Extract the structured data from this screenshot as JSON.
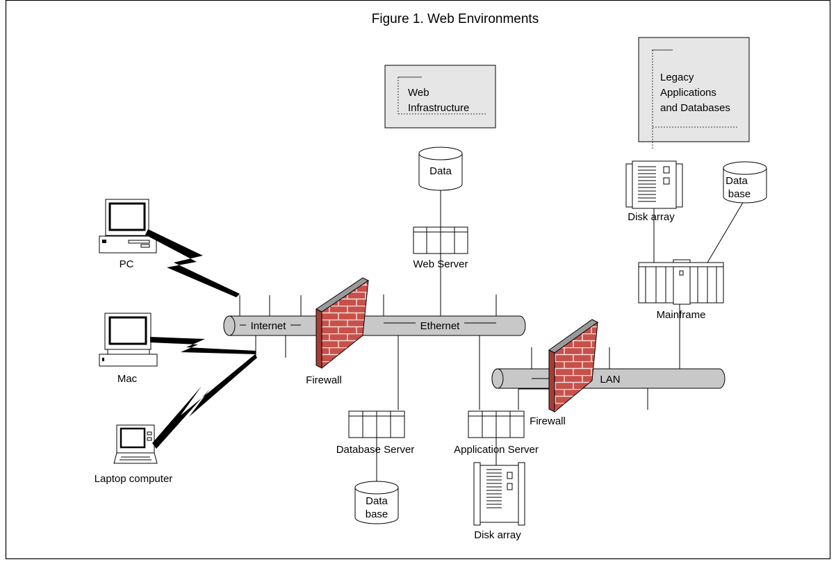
{
  "figure": {
    "title": "Figure 1. Web Environments"
  },
  "boxes": {
    "web_infrastructure": [
      "Web",
      "Infrastructure"
    ],
    "legacy": [
      "Legacy",
      "Applications",
      "and Databases"
    ]
  },
  "networks": {
    "internet": "Internet",
    "ethernet": "Ethernet",
    "lan": "LAN"
  },
  "clients": {
    "pc": "PC",
    "mac": "Mac",
    "laptop": "Laptop computer"
  },
  "servers": {
    "web": "Web Server",
    "database": "Database Server",
    "application": "Application Server",
    "mainframe": "Mainframe"
  },
  "storage": {
    "web_data": "Data",
    "mainframe_db": [
      "Data",
      "base"
    ],
    "dbserver_db": [
      "Data",
      "base"
    ],
    "disk_array_top": "Disk array",
    "disk_array_bottom": "Disk array"
  },
  "firewalls": {
    "left": "Firewall",
    "right": "Firewall"
  },
  "colors": {
    "pipe_fill": "#c8c8c8",
    "box_fill": "#e6e6e6",
    "brick": "#c8504a",
    "mortar": "#f2e0dc",
    "wall_cap": "#9a9a9a"
  }
}
